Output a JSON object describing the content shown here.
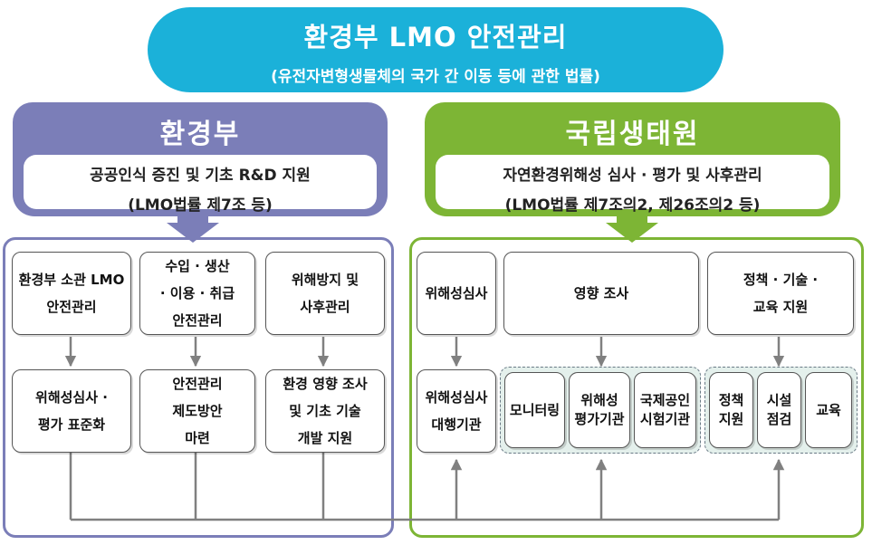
{
  "banner": {
    "title": "환경부 LMO 안전관리",
    "subtitle": "(유전자변형생물체의 국가 간 이동 등에 관한 법률)",
    "color": "#1bb1d9"
  },
  "left": {
    "title": "환경부",
    "color": "#7b7eb8",
    "desc1": "공공인식 증진 및 기초 R&D 지원",
    "desc2": "(LMO법률 제7조 등)",
    "top_boxes": [
      [
        "환경부 소관 LMO",
        "안전관리"
      ],
      [
        "수입 · 생산",
        "· 이용 · 취급",
        "안전관리"
      ],
      [
        "위해방지 및",
        "사후관리"
      ]
    ],
    "bottom_boxes": [
      [
        "위해성심사 ·",
        "평가 표준화"
      ],
      [
        "안전관리",
        "제도방안",
        "마련"
      ],
      [
        "환경 영향 조사",
        "및 기초 기술",
        "개발 지원"
      ]
    ]
  },
  "right": {
    "title": "국립생태원",
    "color": "#7db535",
    "desc1": "자연환경위해성 심사 · 평가 및 사후관리",
    "desc2": "(LMO법률 제7조의2, 제26조의2 등)",
    "top_boxes": [
      [
        "위해성심사"
      ],
      [
        "영향 조사"
      ],
      [
        "정책 · 기술 ·",
        "교육 지원"
      ]
    ],
    "bottom_first": [
      "위해성심사",
      "대행기관"
    ],
    "group1": [
      [
        "모니터링"
      ],
      [
        "위해성",
        "평가기관"
      ],
      [
        "국제공인",
        "시험기관"
      ]
    ],
    "group2": [
      [
        "정책",
        "지원"
      ],
      [
        "시설",
        "점검"
      ],
      [
        "교육"
      ]
    ]
  }
}
